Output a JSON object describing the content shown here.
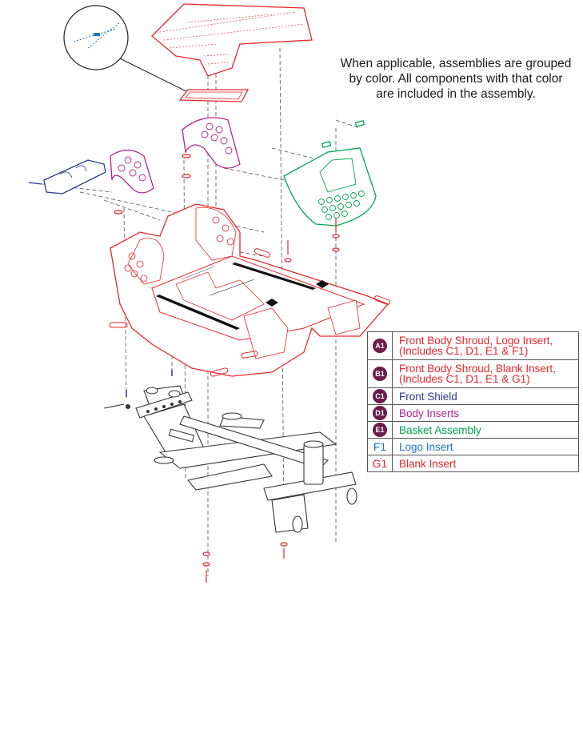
{
  "note": {
    "line1": "When applicable, assemblies are grouped",
    "line2": "by color. All components with that color",
    "line3": "are included in the assembly."
  },
  "legend": [
    {
      "key": "A1",
      "badge": true,
      "text1": "Front Body Shroud, Logo Insert,",
      "text2": "(Includes C1, D1, E1 & F1)",
      "color": "#e8262b"
    },
    {
      "key": "B1",
      "badge": true,
      "text1": "Front Body Shroud, Blank Insert,",
      "text2": "(Includes C1, D1, E1 & G1)",
      "color": "#e8262b"
    },
    {
      "key": "C1",
      "badge": true,
      "text1": "Front Shield",
      "text2": "",
      "color": "#2b3990"
    },
    {
      "key": "D1",
      "badge": true,
      "text1": "Body Inserts",
      "text2": "",
      "color": "#b3248e"
    },
    {
      "key": "E1",
      "badge": true,
      "text1": "Basket Assembly",
      "text2": "",
      "color": "#00a651"
    },
    {
      "key": "F1",
      "badge": false,
      "text1": "Logo Insert",
      "text2": "",
      "color": "#1c75bc"
    },
    {
      "key": "G1",
      "badge": false,
      "text1": "Blank Insert",
      "text2": "",
      "color": "#e8262b"
    }
  ],
  "colors": {
    "red": "#e8262b",
    "blue": "#2b3990",
    "purple": "#b3248e",
    "green": "#00a651",
    "light_blue": "#1c75bc",
    "badge": "#6b1b4e",
    "frame": "#333333"
  }
}
